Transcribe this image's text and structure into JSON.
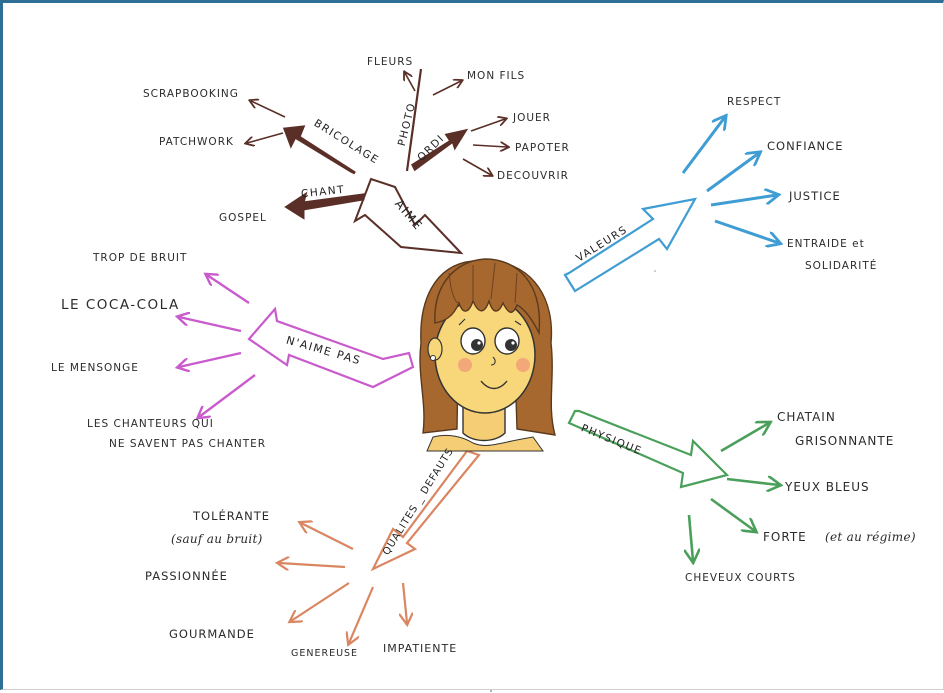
{
  "colors": {
    "aime": "#5a2f27",
    "naime_pas": "#c95bcc",
    "valeurs": "#3f9dd3",
    "physique": "#4aa05a",
    "qualites": "#d98661",
    "frame": "#2d6f95"
  },
  "center": {
    "name": "girl-portrait"
  },
  "aime": {
    "label": "AIME",
    "sub": {
      "bricolage": "BRICOLAGE",
      "photo": "PHOTO",
      "ordi": "ORDI",
      "chant": "CHANT"
    },
    "leaves": {
      "scrapbooking": "SCRAPBOOKING",
      "patchwork": "PATCHWORK",
      "fleurs": "FLEURS",
      "mon_fils": "MON FILS",
      "jouer": "JOUER",
      "papoter": "PAPOTER",
      "decouvrir": "DECOUVRIR",
      "gospel": "GOSPEL"
    }
  },
  "naime_pas": {
    "label": "N'AIME PAS",
    "leaves": {
      "trop_de_bruit": "TROP DE BRUIT",
      "coca": "LE COCA-COLA",
      "mensonge": "LE MENSONGE",
      "chanteurs_1": "LES CHANTEURS QUI",
      "chanteurs_2": "NE SAVENT PAS CHANTER"
    }
  },
  "valeurs": {
    "label": "VALEURS",
    "leaves": {
      "respect": "RESPECT",
      "confiance": "CONFIANCE",
      "justice": "JUSTICE",
      "entraide_1": "ENTRAIDE et",
      "entraide_2": "SOLIDARITÉ"
    }
  },
  "physique": {
    "label": "PHYSIQUE",
    "leaves": {
      "chatain_1": "CHATAIN",
      "chatain_2": "GRISONNANTE",
      "yeux": "YEUX BLEUS",
      "forte": "FORTE",
      "forte_note": "(et au régime)",
      "cheveux": "CHEVEUX COURTS"
    }
  },
  "qualites": {
    "label": "QUALITES _ DEFAUTS",
    "leaves": {
      "tolerante": "TOLÉRANTE",
      "tolerante_note": "(sauf au bruit)",
      "passionnee": "PASSIONNÉE",
      "gourmande": "GOURMANDE",
      "genereuse": "GENEREUSE",
      "impatiente": "IMPATIENTE"
    }
  }
}
